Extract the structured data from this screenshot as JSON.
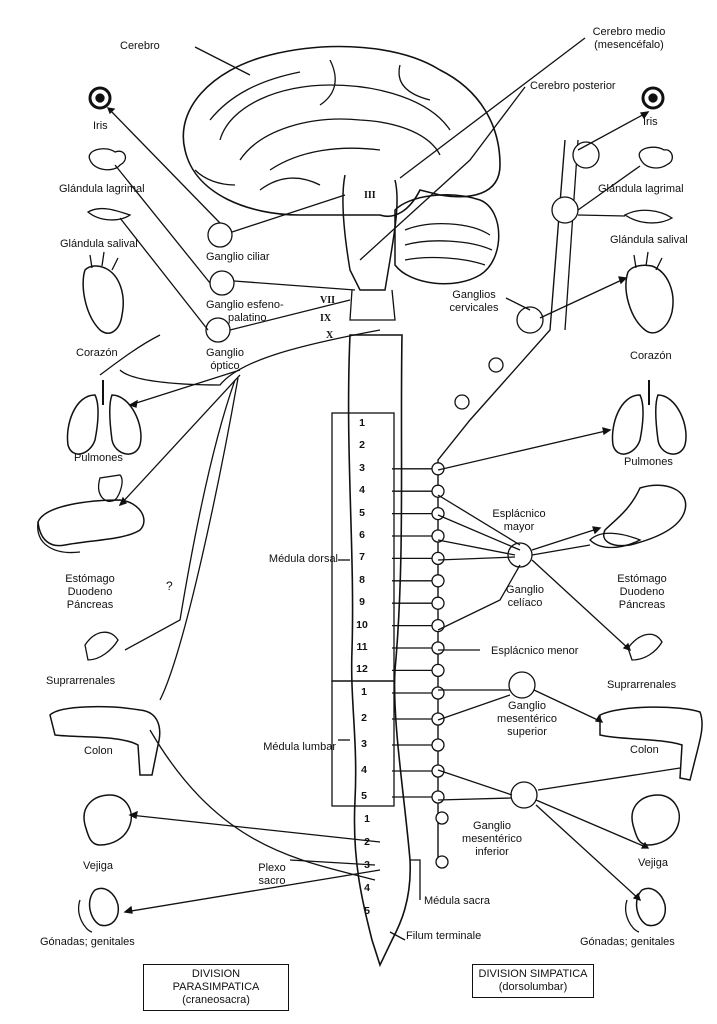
{
  "labels": {
    "cerebro": "Cerebro",
    "cerebro_medio_1": "Cerebro medio",
    "cerebro_medio_2": "(mesencéfalo)",
    "cerebro_posterior": "Cerebro posterior",
    "iris_left": "Iris",
    "iris_right": "Iris",
    "glandula_lagrimal_left": "Glándula lagrimal",
    "glandula_lagrimal_right": "Glándula lagrimal",
    "glandula_salival_left": "Glándula salival",
    "glandula_salival_right": "Glándula salival",
    "ganglio_ciliar": "Ganglio ciliar",
    "ganglio_esfeno_1": "Ganglio esfeno-",
    "ganglio_esfeno_2": "palatino",
    "ganglio_optico_1": "Ganglio",
    "ganglio_optico_2": "óptico",
    "corazon_left": "Corazón",
    "corazon_right": "Corazón",
    "ganglios_cervicales_1": "Ganglios",
    "ganglios_cervicales_2": "cervicales",
    "pulmones_left": "Pulmones",
    "pulmones_right": "Pulmones",
    "estomago_left_1": "Estómago",
    "estomago_left_2": "Duodeno",
    "estomago_left_3": "Páncreas",
    "estomago_right_1": "Estómago",
    "estomago_right_2": "Duodeno",
    "estomago_right_3": "Páncreas",
    "question": "?",
    "esplacnico_mayor_1": "Esplácnico",
    "esplacnico_mayor_2": "mayor",
    "ganglio_celiaco_1": "Ganglio",
    "ganglio_celiaco_2": "celíaco",
    "esplacnico_menor": "Esplácnico menor",
    "suprarrenales_left": "Suprarrenales",
    "suprarrenales_right": "Suprarrenales",
    "medula_dorsal": "Médula dorsal",
    "medula_lumbar": "Médula lumbar",
    "medula_sacra": "Médula sacra",
    "filum_terminale": "Filum terminale",
    "ganglio_mes_sup_1": "Ganglio",
    "ganglio_mes_sup_2": "mesentérico",
    "ganglio_mes_sup_3": "superior",
    "ganglio_mes_inf_1": "Ganglio",
    "ganglio_mes_inf_2": "mesentérico",
    "ganglio_mes_inf_3": "inferior",
    "colon_left": "Colon",
    "colon_right": "Colon",
    "plexo_sacro_1": "Plexo",
    "plexo_sacro_2": "sacro",
    "vejiga_left": "Vejiga",
    "vejiga_right": "Vejiga",
    "gonadas_left": "Gónadas; genitales",
    "gonadas_right": "Gónadas; genitales",
    "roman_iii": "III",
    "roman_vii": "VII",
    "roman_ix": "IX",
    "roman_x": "X"
  },
  "segments": {
    "dorsal": [
      "1",
      "2",
      "3",
      "4",
      "5",
      "6",
      "7",
      "8",
      "9",
      "10",
      "11",
      "12"
    ],
    "lumbar": [
      "1",
      "2",
      "3",
      "4",
      "5"
    ],
    "sacral": [
      "1",
      "2",
      "3",
      "4",
      "5"
    ]
  },
  "footer": {
    "parasympathetic_title": "DIVISION PARASIMPATICA",
    "parasympathetic_sub": "(craneosacra)",
    "sympathetic_title": "DIVISION SIMPATICA",
    "sympathetic_sub": "(dorsolumbar)"
  }
}
